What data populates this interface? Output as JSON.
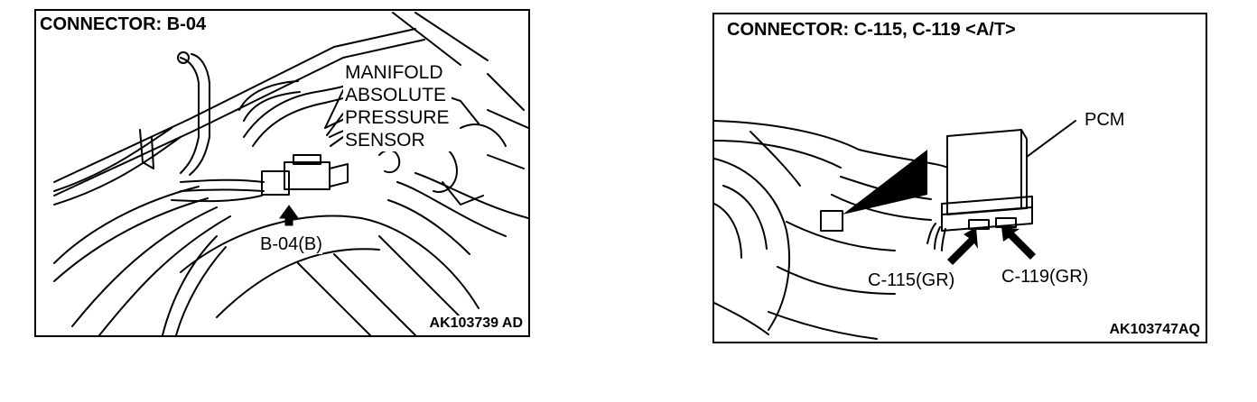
{
  "left_panel": {
    "title": "CONNECTOR: B-04",
    "sensor_label": [
      "MANIFOLD",
      "ABSOLUTE",
      "PRESSURE",
      "SENSOR"
    ],
    "connector_label": "B-04(B)",
    "figure_code": "AK103739 AD"
  },
  "right_panel": {
    "title": "CONNECTOR: C-115, C-119 <A/T>",
    "pcm_label": "PCM",
    "connector_1": "C-115(GR)",
    "connector_2": "C-119(GR)",
    "figure_code": "AK103747AQ"
  }
}
